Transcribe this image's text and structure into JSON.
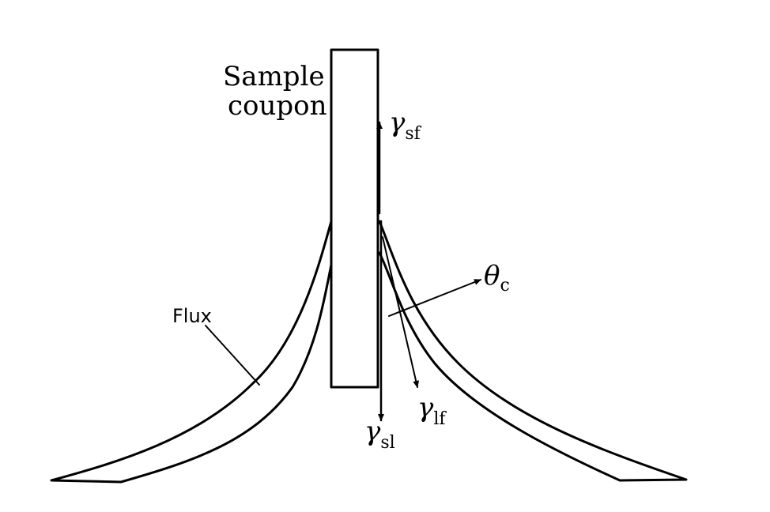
{
  "diagram": {
    "coupon_label_line1": "Sample",
    "coupon_label_line2": "coupon",
    "flux_label": "Flux",
    "gamma_sf": {
      "symbol": "γ",
      "subscript": "sf"
    },
    "gamma_sl": {
      "symbol": "γ",
      "subscript": "sl"
    },
    "gamma_lf": {
      "symbol": "γ",
      "subscript": "lf"
    },
    "theta_c": {
      "symbol": "θ",
      "subscript": "c"
    }
  }
}
